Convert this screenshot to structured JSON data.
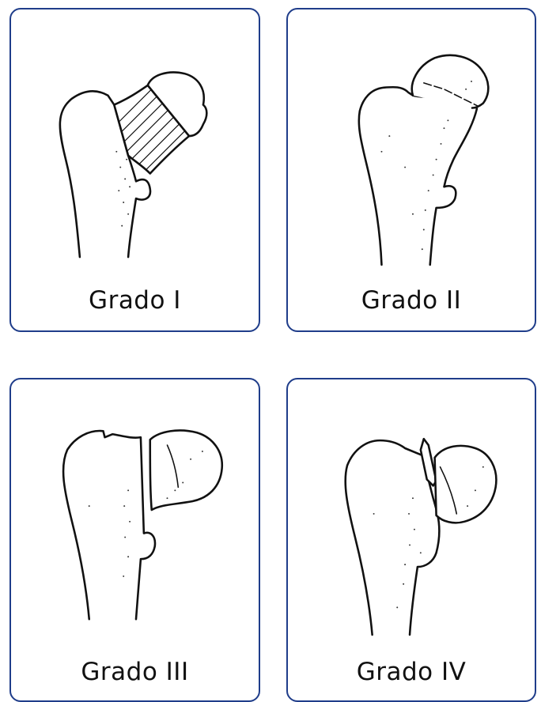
{
  "panels": [
    {
      "label": "Grado I"
    },
    {
      "label": "Grado II"
    },
    {
      "label": "Grado III"
    },
    {
      "label": "Grado IV"
    }
  ],
  "colors": {
    "border": "#1f3d8a",
    "ink": "#111111"
  }
}
